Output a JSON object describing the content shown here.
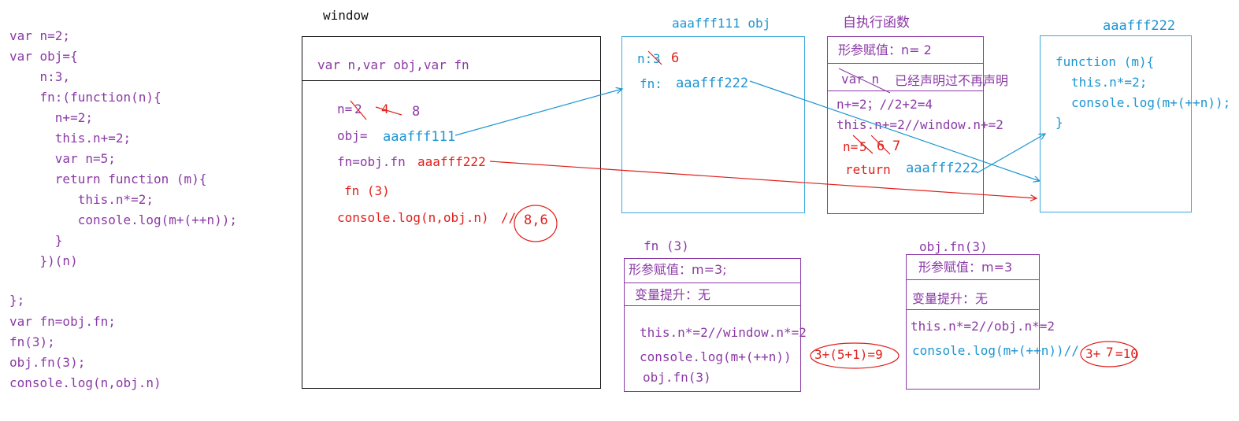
{
  "code": {
    "lines": [
      "var n=2;",
      "var obj={",
      "    n:3,",
      "    fn:(function(n){",
      "      n+=2;",
      "      this.n+=2;",
      "      var n=5;",
      "      return function (m){",
      "         this.n*=2;",
      "         console.log(m+(++n));",
      "      }",
      "    })(n)",
      "",
      "};",
      "var fn=obj.fn;",
      "fn(3);",
      "obj.fn(3);",
      "console.log(n,obj.n)"
    ]
  },
  "window_box": {
    "title": "window",
    "header": "var n,var obj,var fn",
    "n_label": "n=",
    "n_old_2": "2",
    "n_old_4": "4",
    "n_final": "8",
    "obj_label": "obj=",
    "obj_value": "aaafff111",
    "fn_label": "fn=obj.fn",
    "fn_value": "aaafff222",
    "call": "fn (3)",
    "console": "console.log(n,obj.n)",
    "comment": "//",
    "result": "8,6"
  },
  "obj_box": {
    "title": "aaafff111 obj",
    "n_label": "n:",
    "n_old": "3",
    "n_new": "6",
    "fn_label": "fn:",
    "fn_value": "aaafff222"
  },
  "iife_box": {
    "title": "自执行函数",
    "param": "形参赋值：n= 2",
    "hoist": "var n",
    "hoist_note": "已经声明过不再声明",
    "line1": "n+=2；//2+2=4",
    "line2": "this.n+=2//window.n+=2",
    "n_prefix": "n=",
    "n_5": "5",
    "n_6": "6",
    "n_7": "7",
    "return_label": "return",
    "return_value": "aaafff222"
  },
  "func_box": {
    "title": "aaafff222",
    "line1": "function (m){",
    "line2": "this.n*=2;",
    "line3": "console.log(m+(++n));",
    "line4": "}"
  },
  "fn3_box": {
    "title": "fn (3)",
    "param": "形参赋值：m=3;",
    "hoist": "变量提升：无",
    "line1": "this.n*=2//window.n*=2",
    "line2": "console.log(m+(++n))",
    "line3": "obj.fn(3)",
    "result": "3+(5+1)=9"
  },
  "objfn3_box": {
    "title": "obj.fn(3)",
    "param": "形参赋值：m=3",
    "hoist": "变量提升：无",
    "line1": "this.n*=2//obj.n*=2",
    "line2": "console.log(m+(++n))//",
    "result_prefix": "3+",
    "result_mid": "7",
    "result_end": "=10"
  },
  "colors": {
    "purple": "#8b3aa6",
    "red": "#e0201c",
    "blue": "#1c95d2",
    "box_border_blue": "#3aa8dd",
    "box_border_purple": "#8b3aa6"
  }
}
